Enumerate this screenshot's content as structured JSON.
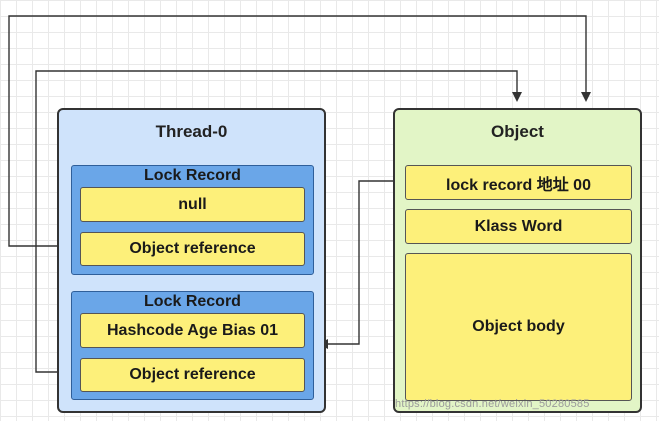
{
  "thread": {
    "title": "Thread-0",
    "lock_records": [
      {
        "title": "Lock Record",
        "value": "null",
        "reference": "Object reference"
      },
      {
        "title": "Lock Record",
        "value": "Hashcode Age Bias 01",
        "reference": "Object reference"
      }
    ]
  },
  "object": {
    "title": "Object",
    "mark_word": "lock record 地址 00",
    "klass_word": "Klass Word",
    "body": "Object body"
  },
  "watermark": "https://blog.csdn.net/weixin_50280585",
  "colors": {
    "thread_bg": "#cfe3fb",
    "object_bg": "#e2f5c6",
    "lock_record_bg": "#6aa6e8",
    "cell_bg": "#fdf07a"
  }
}
